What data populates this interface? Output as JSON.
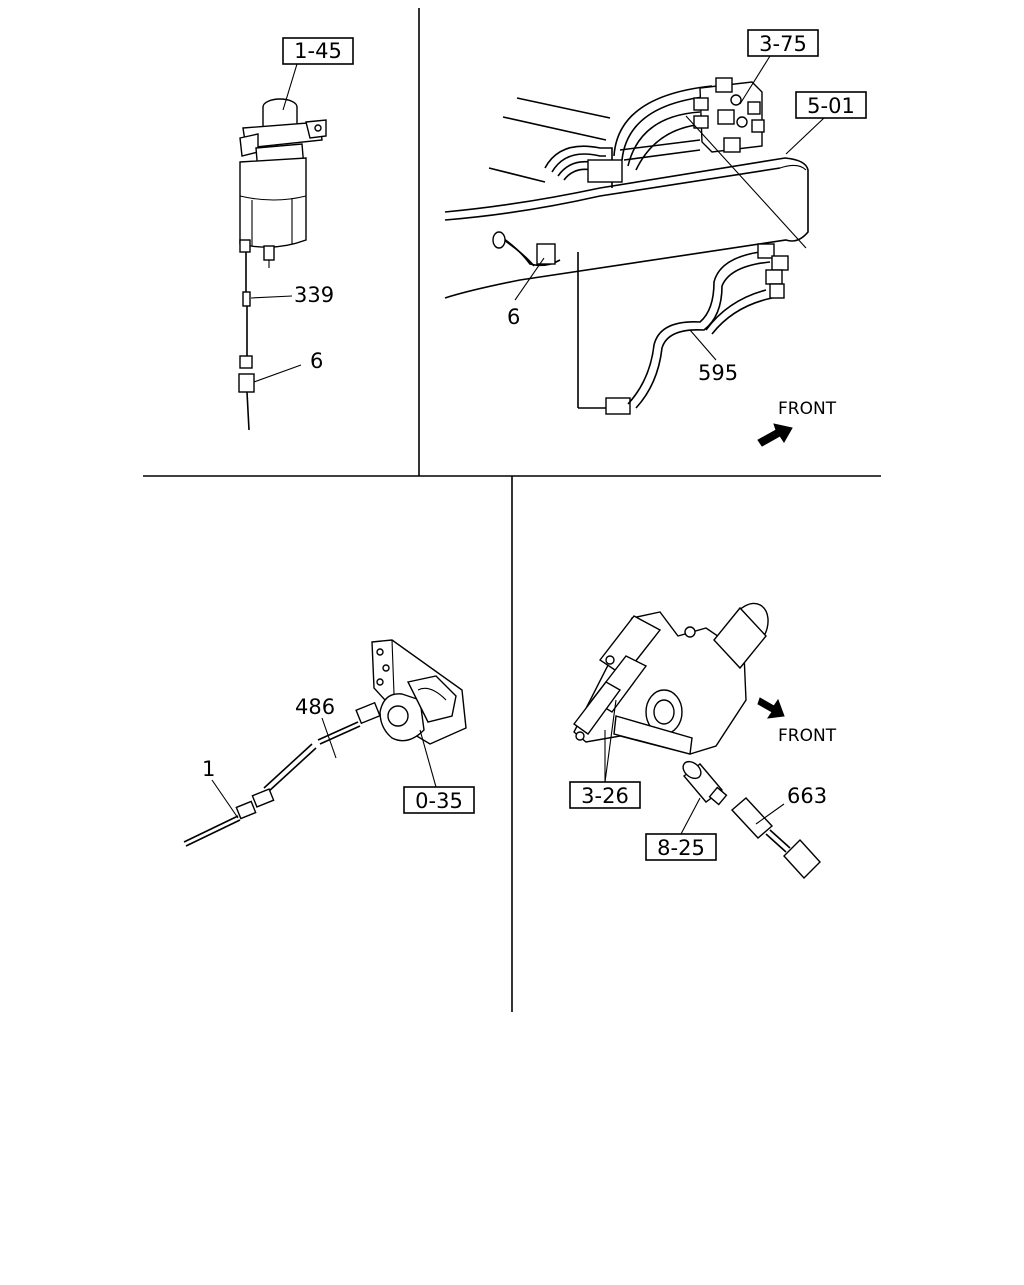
{
  "callouts": {
    "top_left": {
      "ref_box": "1-45",
      "label_339": "339",
      "label_6": "6"
    },
    "top_right": {
      "ref_box_a": "3-75",
      "ref_box_b": "5-01",
      "label_6": "6",
      "label_595": "595",
      "front": "FRONT"
    },
    "bottom_left": {
      "label_486": "486",
      "label_1": "1",
      "ref_box": "0-35"
    },
    "bottom_right": {
      "front": "FRONT",
      "ref_box_a": "3-26",
      "ref_box_b": "8-25",
      "label_663": "663"
    }
  }
}
